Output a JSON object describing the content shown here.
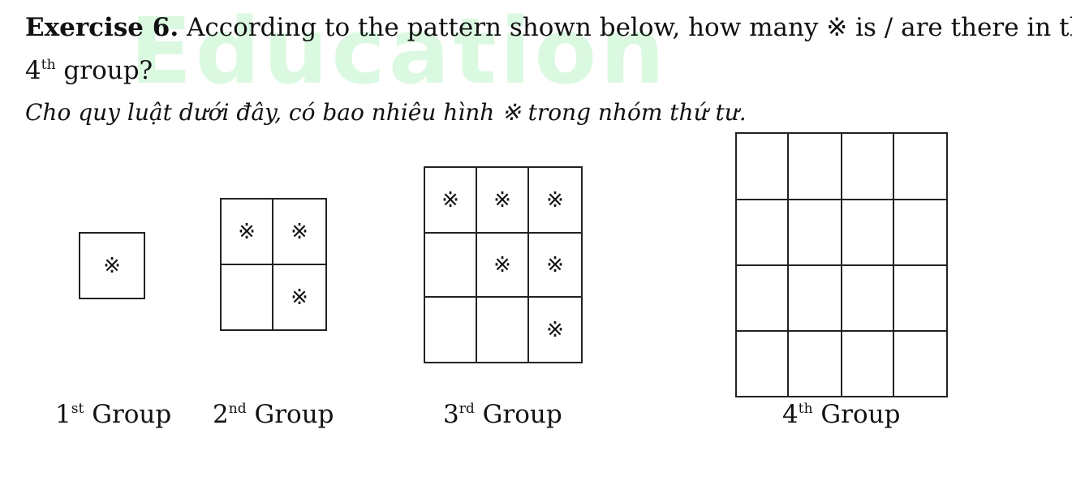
{
  "watermark": "Education",
  "question": {
    "en_bold": "Exercise 6.",
    "en_text": " According to the pattern shown below, how many ※ is / are there in the",
    "en_cont_num": "4",
    "en_cont_sup": "th",
    "en_cont_text": " group?",
    "vi": "Cho quy luật dưới đây, có bao nhiêu hình ※ trong nhóm thứ tư."
  },
  "groups": [
    {
      "num": "1",
      "sup": "st",
      "word": "Group",
      "rows": 1,
      "cols": 1,
      "cells": [
        [
          "※"
        ]
      ]
    },
    {
      "num": "2",
      "sup": "nd",
      "word": "Group",
      "rows": 2,
      "cols": 2,
      "cells": [
        [
          "※",
          "※"
        ],
        [
          "",
          "※"
        ]
      ]
    },
    {
      "num": "3",
      "sup": "rd",
      "word": "Group",
      "rows": 3,
      "cols": 3,
      "cells": [
        [
          "※",
          "※",
          "※"
        ],
        [
          "",
          "※",
          "※"
        ],
        [
          "",
          "",
          "※"
        ]
      ]
    },
    {
      "num": "4",
      "sup": "th",
      "word": "Group",
      "rows": 4,
      "cols": 4,
      "cells": [
        [
          "",
          "",
          "",
          ""
        ],
        [
          "",
          "",
          "",
          ""
        ],
        [
          "",
          "",
          "",
          ""
        ],
        [
          "",
          "",
          "",
          ""
        ]
      ]
    }
  ]
}
